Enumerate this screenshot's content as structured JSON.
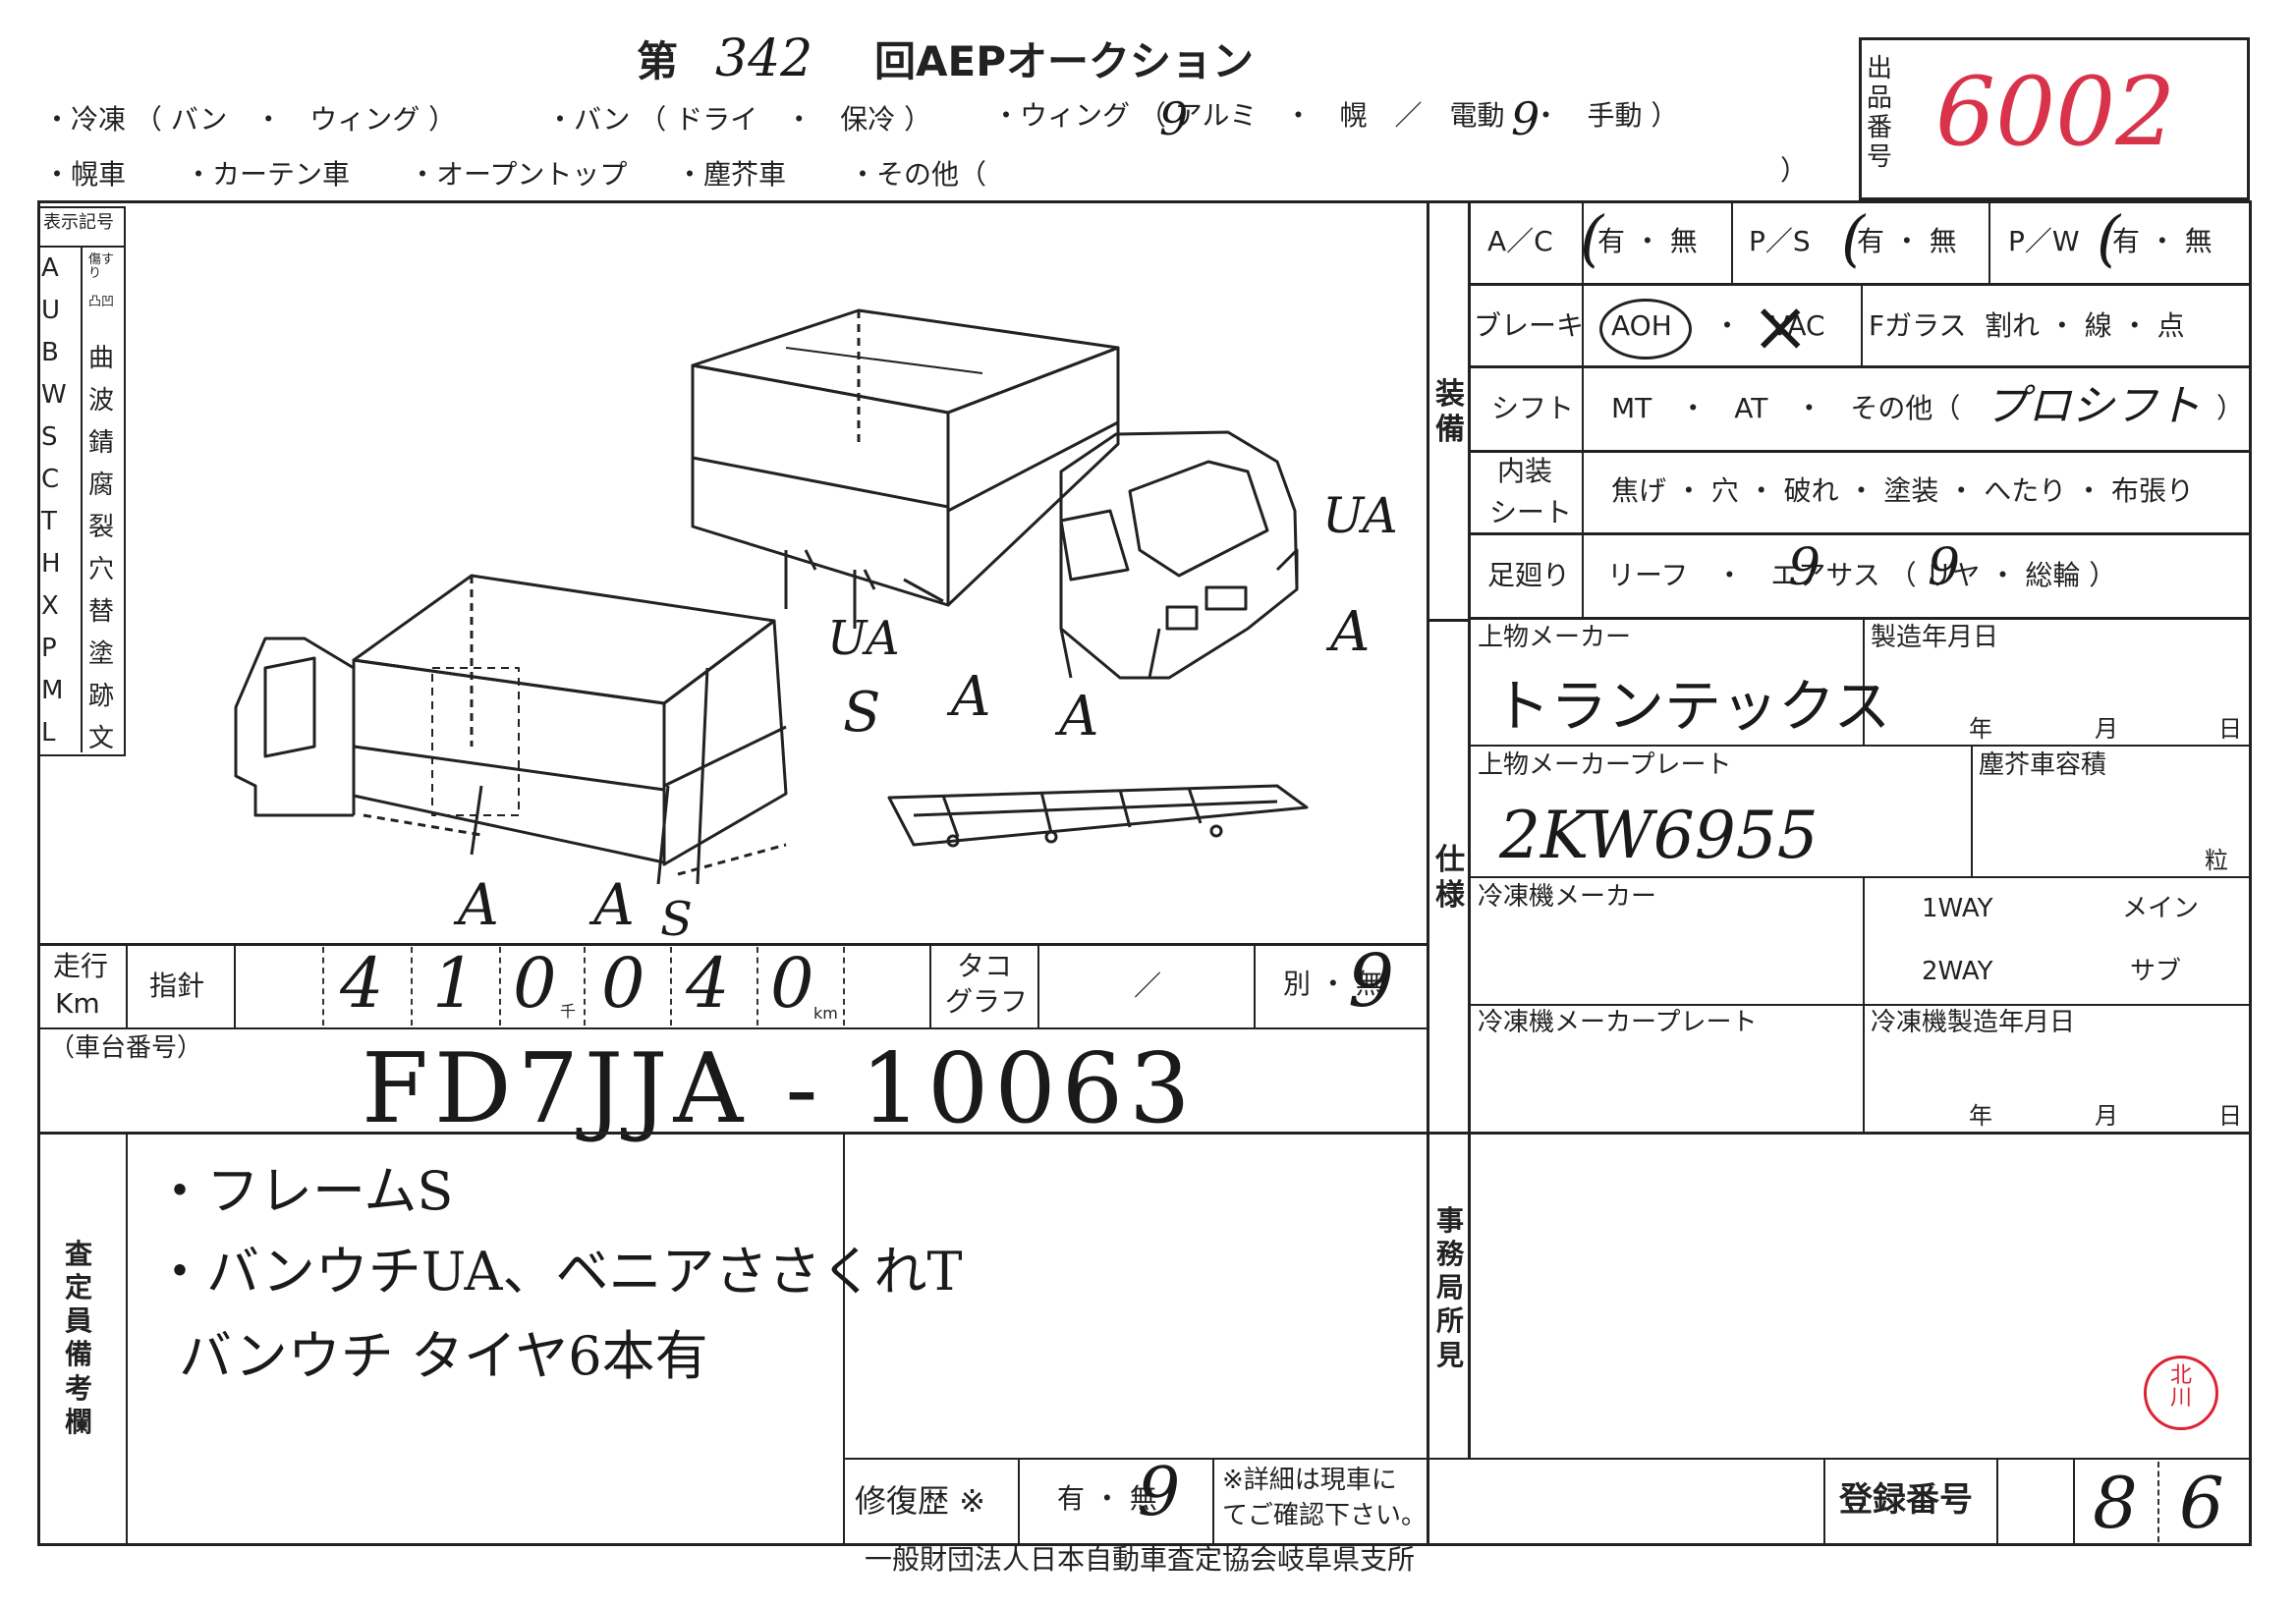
{
  "header": {
    "title_prefix": "第",
    "auction_number": "342",
    "title_suffix": "回AEPオークション",
    "line1": {
      "reitou": "・冷凍 （ バン　・　ウィング ）",
      "van": "・バン （ ドライ　・　保冷 ）",
      "wing_open": "・ウィング （ アルミ　・　幌　／　電動　・　手動 ）"
    },
    "line2": {
      "horo": "・幌車",
      "curtain": "・カーテン車",
      "opentop": "・オープントップ",
      "jinkai": "・塵芥車",
      "other": "・その他（",
      "close": "）"
    },
    "lot_label": "出品番号",
    "lot_number": "6002"
  },
  "legend": {
    "title": "表示記号",
    "items": [
      {
        "code": "A",
        "name": "傷すり"
      },
      {
        "code": "U",
        "name": "凸凹"
      },
      {
        "code": "B",
        "name": "曲"
      },
      {
        "code": "W",
        "name": "波"
      },
      {
        "code": "S",
        "name": "錆"
      },
      {
        "code": "C",
        "name": "腐"
      },
      {
        "code": "T",
        "name": "裂"
      },
      {
        "code": "H",
        "name": "穴"
      },
      {
        "code": "X",
        "name": "替"
      },
      {
        "code": "P",
        "name": "塗"
      },
      {
        "code": "M",
        "name": "跡"
      },
      {
        "code": "L",
        "name": "文"
      }
    ]
  },
  "diagram_marks": {
    "rear_ua": "UA",
    "rear_a1": "A",
    "mid_ua": "UA",
    "mid_a1": "A",
    "mid_a2": "A",
    "front_s": "S",
    "front_a1": "A",
    "front_a2": "A",
    "front_s2": "S"
  },
  "equipment": {
    "section_label": "装備",
    "ac": {
      "label": "A／C",
      "options": "有 ・ 無"
    },
    "ps": {
      "label": "P／S",
      "options": "有 ・ 無"
    },
    "pw": {
      "label": "P／W",
      "options": "有 ・ 無"
    },
    "brake": {
      "label": "ブレーキ",
      "opt1": "AOH",
      "sep": "・",
      "opt2": "VAC"
    },
    "fglass": {
      "label": "Fガラス",
      "options": "割れ ・ 線 ・ 点"
    },
    "shift": {
      "label": "シフト",
      "options": "MT　・　AT　・　その他（",
      "value": "プロシフト",
      "close": "）"
    },
    "seat": {
      "label1": "内装",
      "label2": "シート",
      "options": "焦げ ・ 穴 ・ 破れ ・ 塗装 ・ へたり ・ 布張り"
    },
    "suspension": {
      "label": "足廻り",
      "options": "リーフ　・　エアサス （ リヤ ・ 総輪 ）"
    }
  },
  "spec": {
    "section_label": "仕様",
    "body_maker_label": "上物メーカー",
    "body_maker_value": "トランテックス",
    "mfg_date_label": "製造年月日",
    "year": "年",
    "month": "月",
    "day": "日",
    "body_plate_label": "上物メーカープレート",
    "body_plate_value": "2KW6955",
    "jinkai_capacity_label": "塵芥車容積",
    "capacity_unit": "粒",
    "fridge_maker_label": "冷凍機メーカー",
    "way1": "1WAY",
    "main": "メイン",
    "way2": "2WAY",
    "sub": "サブ",
    "fridge_plate_label": "冷凍機メーカープレート",
    "fridge_date_label": "冷凍機製造年月日"
  },
  "mileage": {
    "label1": "走行",
    "label2": "Km",
    "needle_label": "指針",
    "digits": [
      "4",
      "1",
      "0",
      "0",
      "4",
      "0"
    ],
    "thousand_unit": "千",
    "km_unit": "km",
    "taco_label1": "タコ",
    "taco_label2": "グラフ",
    "taco_value": "／",
    "separate_label": "別 ・ 無"
  },
  "chassis": {
    "label": "（車台番号）",
    "value": "FD7JJA - 10063"
  },
  "remarks": {
    "section_label": "査定員備考欄",
    "line1": "・フレームS",
    "line2": "・バンウチUA、ベニアささくれT",
    "line3": "バンウチ タイヤ6本有"
  },
  "office": {
    "section_label": "事務局所見",
    "seal_text": "北川"
  },
  "repair": {
    "label": "修復歴 ※",
    "options": "有 ・ 無",
    "note1": "※詳細は現車に",
    "note2": "てご確認下さい。"
  },
  "registration": {
    "label": "登録番号",
    "value1": "8",
    "value2": "6"
  },
  "footer": "一般財団法人日本自動車査定協会岐阜県支所"
}
